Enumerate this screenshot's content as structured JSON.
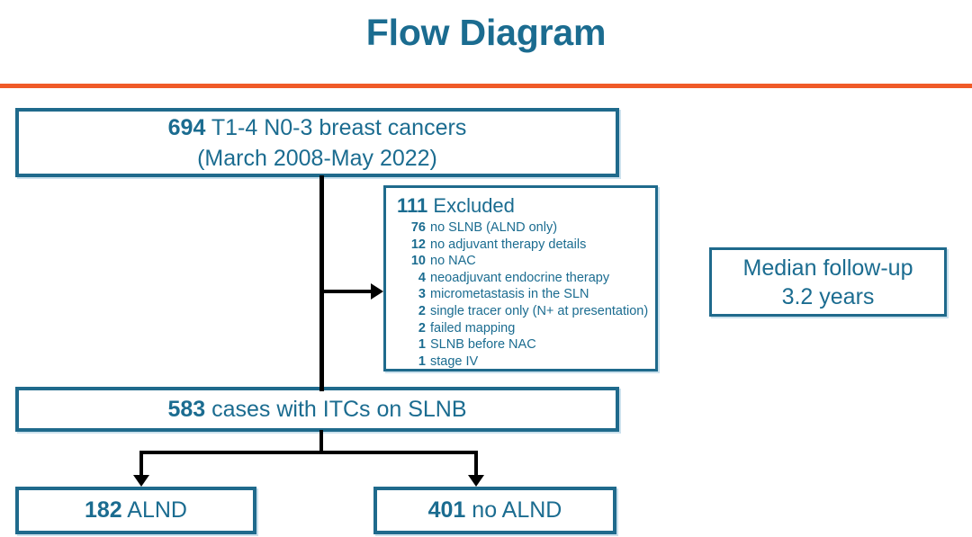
{
  "title": "Flow Diagram",
  "colors": {
    "title_text": "#1b6c90",
    "rule": "#f05a28",
    "box_border": "#1f6a8c",
    "box_text": "#1b6c90",
    "connector": "#000000"
  },
  "cohort_box": {
    "count": "694",
    "line1_label": " T1-4 N0-3 breast cancers",
    "line2": "(March 2008-May 2022)"
  },
  "excluded_box": {
    "count": "111",
    "heading_label": " Excluded",
    "items": [
      {
        "count": "76",
        "label": "no SLNB (ALND only)"
      },
      {
        "count": "12",
        "label": "no adjuvant therapy details"
      },
      {
        "count": "10",
        "label": "no NAC"
      },
      {
        "count": "4",
        "label": "neoadjuvant endocrine therapy"
      },
      {
        "count": "3",
        "label": "micrometastasis in the SLN"
      },
      {
        "count": "2",
        "label": "single tracer only (N+ at presentation)"
      },
      {
        "count": "2",
        "label": "failed mapping"
      },
      {
        "count": "1",
        "label": "SLNB before NAC"
      },
      {
        "count": "1",
        "label": "stage IV"
      }
    ]
  },
  "median_box": {
    "line1": "Median follow-up",
    "line2": "3.2 years"
  },
  "itc_box": {
    "count": "583",
    "label": " cases with ITCs on SLNB"
  },
  "alnd_box": {
    "count": "182",
    "label": " ALND"
  },
  "no_alnd_box": {
    "count": "401",
    "label": " no ALND"
  }
}
